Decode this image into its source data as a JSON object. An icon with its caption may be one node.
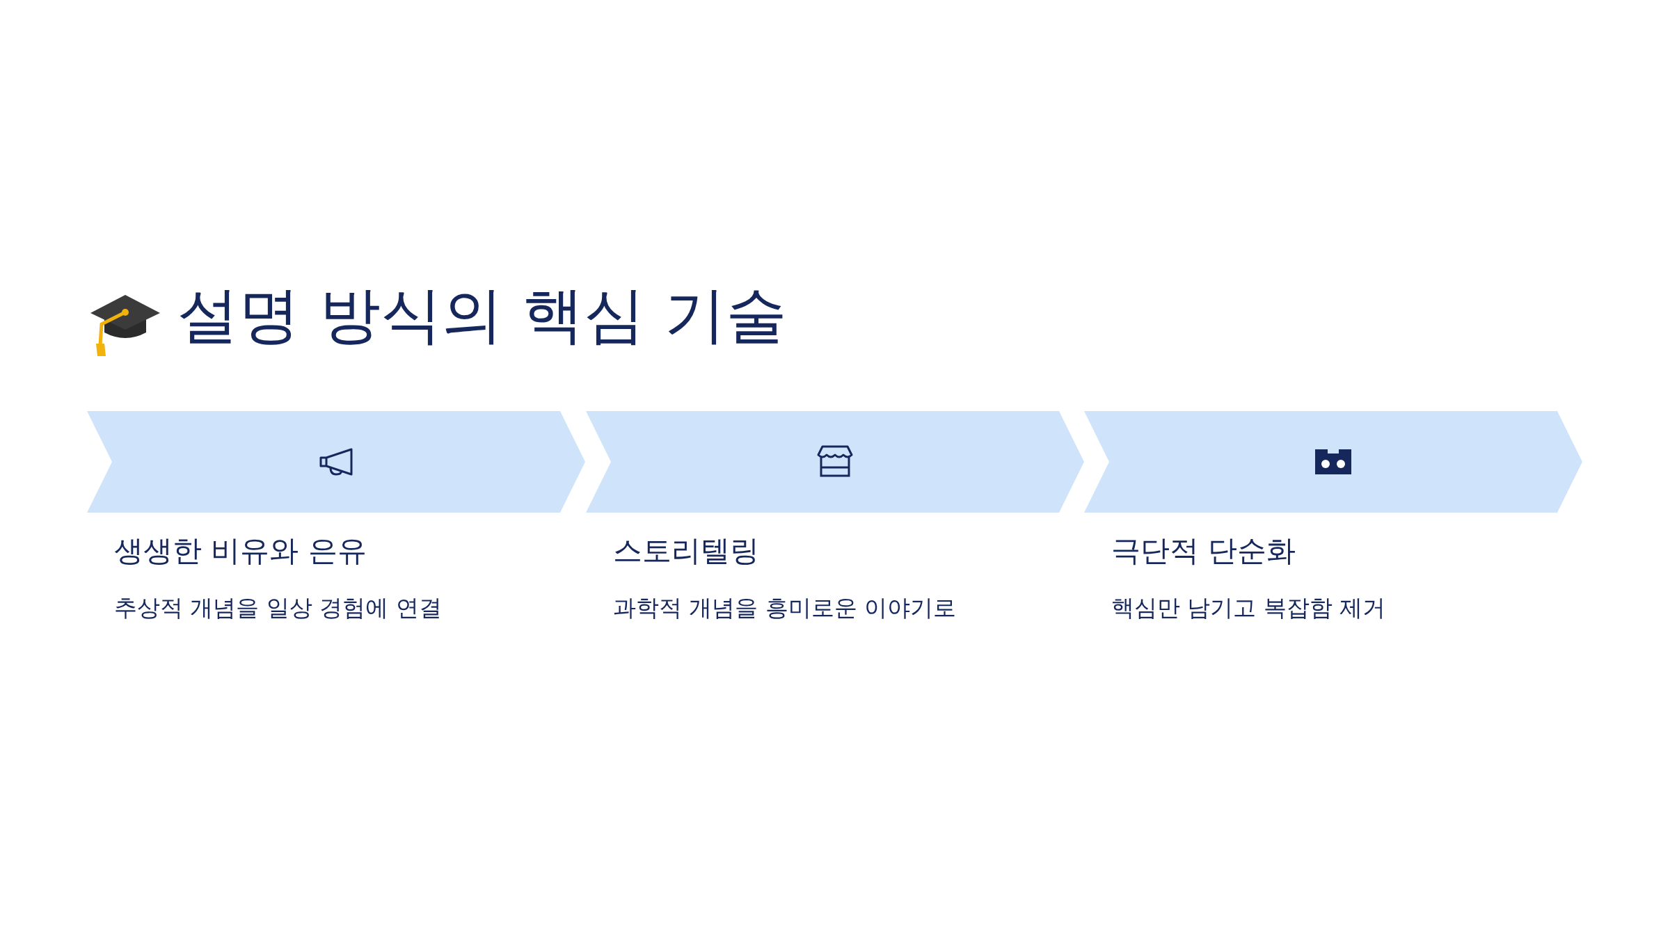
{
  "diagram": {
    "title": "설명 방식의 핵심 기술",
    "nodes": [
      {
        "text": [
          "생생한 비유와 은유",
          "추상적 개념을 일상 경험에 연결"
        ]
      },
      {
        "text": [
          "스토리텔링",
          "과학적 개념을 흥미로운 이야기로"
        ]
      },
      {
        "text": [
          "극단적 단순화",
          "핵심만 남기고 복잡함 제거"
        ]
      }
    ]
  }
}
